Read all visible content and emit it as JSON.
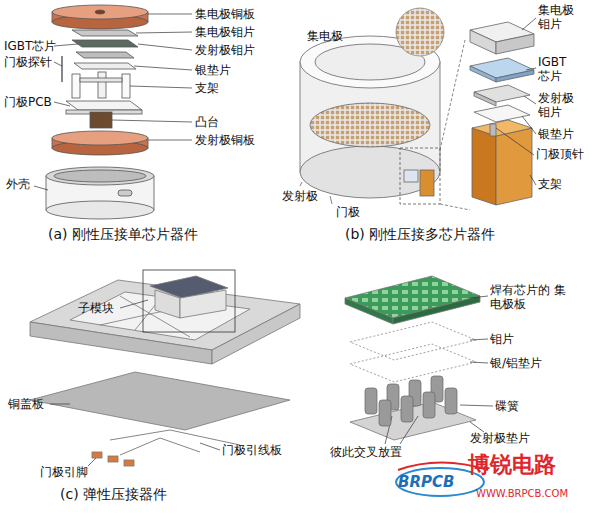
{
  "diagram": {
    "labels": [
      "集电极铜板",
      "集电极钼片",
      "IGBT芯片",
      "发射极钼片",
      "门极探针",
      "银垫片",
      "支架",
      "门极PCB",
      "凸台",
      "发射极铜板",
      "外壳",
      "(a) 刚性压接单芯片器件",
      "集电极",
      "发射极",
      "门极",
      "集电极 钼片",
      "IGBT 芯片",
      "发射极 钼片",
      "银垫片",
      "门极顶针",
      "支架",
      "(b) 刚性压接多芯片器件",
      "子模块",
      "铜盖板",
      "门极引脚",
      "门极引线板",
      "焊有芯片的 集电极板",
      "钼片",
      "银/铝垫片",
      "碟簧",
      "彼此交叉放置",
      "发射极垫片",
      "(c) 弹性压接器件",
      "博锐电路",
      "BRPCB",
      "WWW.BRPCB.COM"
    ]
  }
}
